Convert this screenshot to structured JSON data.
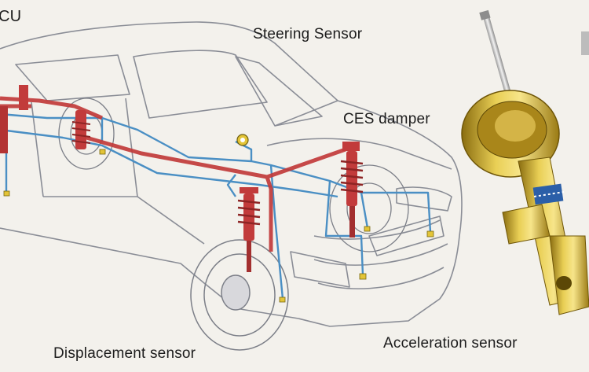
{
  "labels": {
    "ecu": "CU",
    "steering": "Steering Sensor",
    "ces": "CES damper",
    "displacement": "Displacement sensor",
    "acceleration": "Acceleration sensor"
  },
  "colors": {
    "background": "#f3f1ec",
    "car_outline": "#8a8d96",
    "wiring": "#4a8fc4",
    "damper": "#c23b3b",
    "sensor": "#e3c437",
    "strut_gold": "#c9a82c"
  }
}
